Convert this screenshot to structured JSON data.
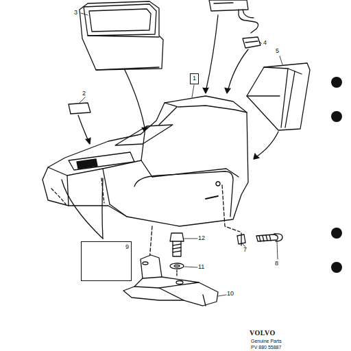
{
  "diagram": {
    "nodes": [
      {
        "text": [
          "1"
        ]
      },
      {
        "text": [
          "9"
        ]
      }
    ],
    "labels": [
      "3",
      "4",
      "5",
      "2",
      "7",
      "8",
      "12",
      "11",
      "10",
      "VOLVO",
      "Genuine Parts",
      "PV 880 55887"
    ]
  }
}
